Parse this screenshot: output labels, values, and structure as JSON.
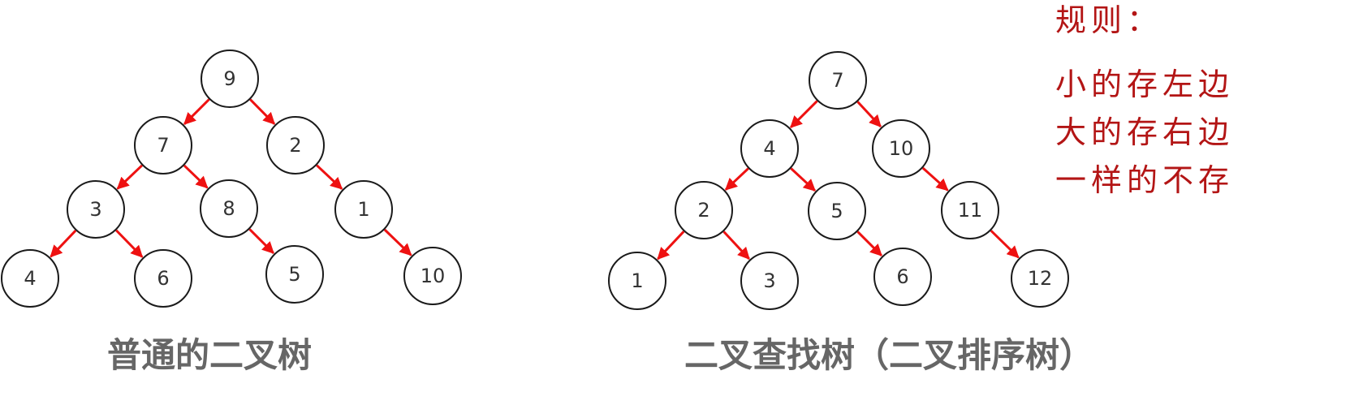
{
  "colors": {
    "edge": "#ee1111",
    "node_border": "#1a1a1a",
    "node_text": "#333333",
    "caption": "#666666",
    "rules": "#b31515"
  },
  "diagrams": [
    {
      "id": "normal-binary-tree",
      "caption": "普通的二叉树",
      "nodes": [
        {
          "id": "n9",
          "label": "9"
        },
        {
          "id": "n7",
          "label": "7"
        },
        {
          "id": "n2",
          "label": "2"
        },
        {
          "id": "n3",
          "label": "3"
        },
        {
          "id": "n8",
          "label": "8"
        },
        {
          "id": "n1",
          "label": "1"
        },
        {
          "id": "n4",
          "label": "4"
        },
        {
          "id": "n6",
          "label": "6"
        },
        {
          "id": "n5",
          "label": "5"
        },
        {
          "id": "n10",
          "label": "10"
        }
      ],
      "edges": [
        {
          "from": "n9",
          "to": "n7"
        },
        {
          "from": "n9",
          "to": "n2"
        },
        {
          "from": "n7",
          "to": "n3"
        },
        {
          "from": "n7",
          "to": "n8"
        },
        {
          "from": "n2",
          "to": "n1"
        },
        {
          "from": "n3",
          "to": "n4"
        },
        {
          "from": "n3",
          "to": "n6"
        },
        {
          "from": "n8",
          "to": "n5"
        },
        {
          "from": "n1",
          "to": "n10"
        }
      ]
    },
    {
      "id": "binary-search-tree",
      "caption": "二叉查找树（二叉排序树）",
      "nodes": [
        {
          "id": "b7",
          "label": "7"
        },
        {
          "id": "b4",
          "label": "4"
        },
        {
          "id": "b10",
          "label": "10"
        },
        {
          "id": "b2",
          "label": "2"
        },
        {
          "id": "b5",
          "label": "5"
        },
        {
          "id": "b11",
          "label": "11"
        },
        {
          "id": "b1",
          "label": "1"
        },
        {
          "id": "b3",
          "label": "3"
        },
        {
          "id": "b6",
          "label": "6"
        },
        {
          "id": "b12",
          "label": "12"
        }
      ],
      "edges": [
        {
          "from": "b7",
          "to": "b4"
        },
        {
          "from": "b7",
          "to": "b10"
        },
        {
          "from": "b4",
          "to": "b2"
        },
        {
          "from": "b4",
          "to": "b5"
        },
        {
          "from": "b10",
          "to": "b11"
        },
        {
          "from": "b2",
          "to": "b1"
        },
        {
          "from": "b2",
          "to": "b3"
        },
        {
          "from": "b5",
          "to": "b6"
        },
        {
          "from": "b11",
          "to": "b12"
        }
      ]
    }
  ],
  "rules": {
    "title": "规则：",
    "lines": [
      "小的存左边",
      "大的存右边",
      "一样的不存"
    ]
  }
}
